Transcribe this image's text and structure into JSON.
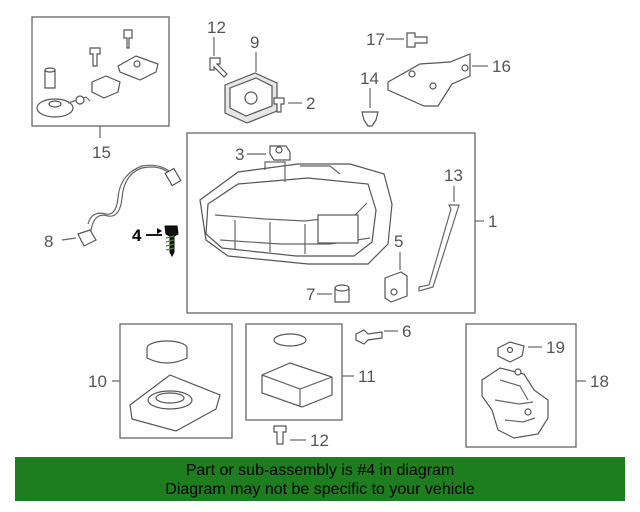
{
  "callouts": {
    "c1": "1",
    "c2": "2",
    "c3": "3",
    "c4": "4",
    "c5": "5",
    "c6": "6",
    "c7": "7",
    "c8": "8",
    "c9": "9",
    "c10": "10",
    "c11": "11",
    "c12a": "12",
    "c12b": "12",
    "c13": "13",
    "c14": "14",
    "c15": "15",
    "c16": "16",
    "c17": "17",
    "c18": "18",
    "c19": "19"
  },
  "banner": {
    "line1": "Part or sub-assembly is #4 in diagram",
    "line2": "Diagram may not be specific to your vehicle",
    "color": "#1e7d1e"
  },
  "highlight_part": "4"
}
